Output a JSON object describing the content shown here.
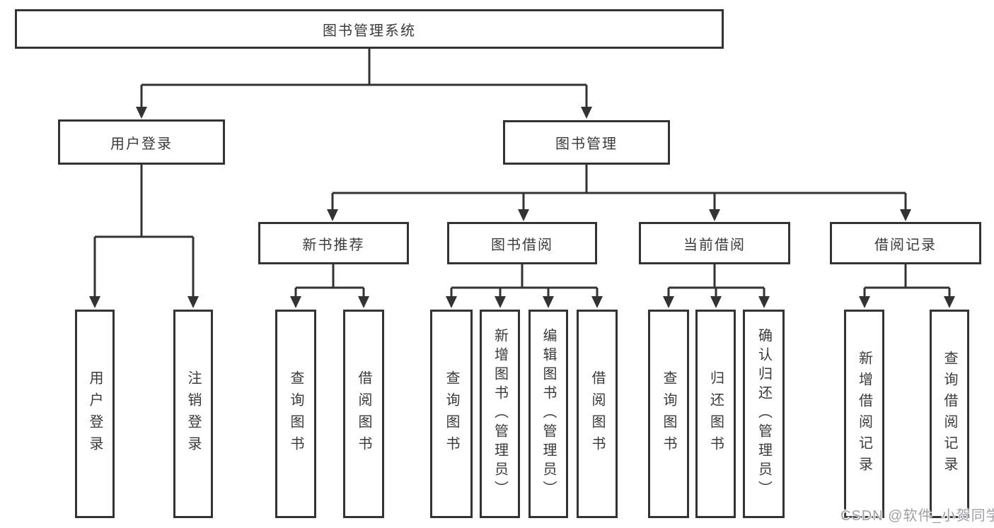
{
  "diagram_title": "图书管理系统",
  "tree": {
    "root": "图书管理系统",
    "l2": [
      "用户登录",
      "图书管理"
    ],
    "l3": [
      "新书推荐",
      "图书借阅",
      "当前借阅",
      "借阅记录"
    ],
    "l4": {
      "login": [
        "用户登录",
        "注销登录"
      ],
      "newbook": [
        "查询图书",
        "借阅图书"
      ],
      "borrow": [
        "查询图书",
        "新增图书（管理员）",
        "编辑图书（管理员）",
        "借阅图书"
      ],
      "current": [
        "查询图书",
        "归还图书",
        "确认归还（管理员）"
      ],
      "records": [
        "新增借阅记录",
        "查询借阅记录"
      ]
    }
  },
  "watermark": "CSDN @软件_小贺同学",
  "colors": {
    "line": "#333333",
    "text": "#3a3a3a",
    "background": "#ffffff",
    "watermark": "#9fa0a6"
  }
}
